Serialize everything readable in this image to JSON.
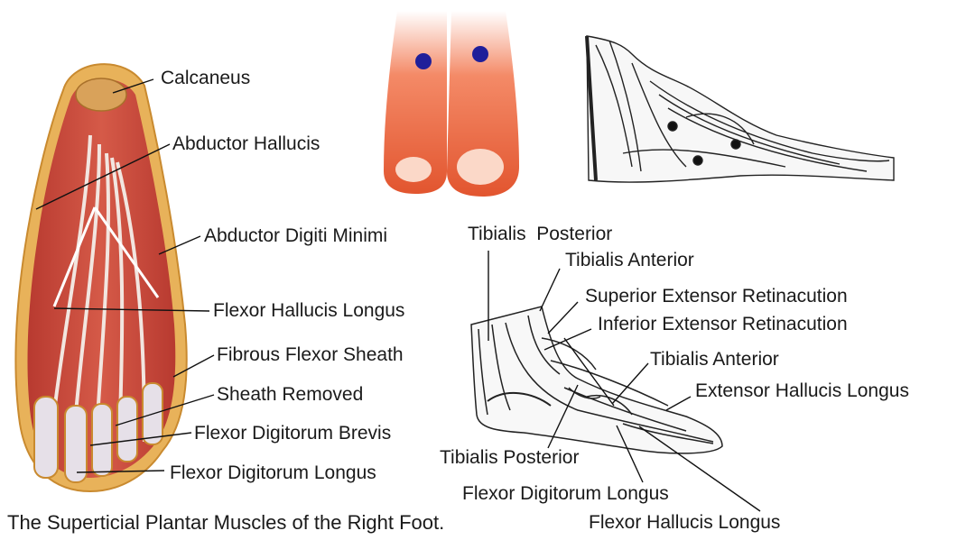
{
  "caption": "The Superticial Plantar Muscles of the Right Foot.",
  "plantar_labels": {
    "calcaneus": "Calcaneus",
    "abductor_hallucis": "Abductor Hallucis",
    "abductor_digiti_minimi": "Abductor Digiti Minimi",
    "flexor_hallucis_longus": "Flexor Hallucis Longus",
    "fibrous_flexor_sheath": "Fibrous Flexor Sheath",
    "sheath_removed": "Sheath Removed",
    "flexor_digitorum_brevis": "Flexor Digitorum Brevis",
    "flexor_digitorum_longus": "Flexor Digitorum Longus"
  },
  "lateral_labels": {
    "tibialis_posterior_top": "Tibialis  Posterior",
    "tibialis_anterior_top": "Tibialis Anterior",
    "superior_extensor": "Superior Extensor Retinacution",
    "inferior_extensor": "Inferior Extensor Retinacution",
    "tibialis_anterior_mid": "Tibialis Anterior",
    "extensor_hallucis_longus": "Extensor Hallucis Longus",
    "tibialis_posterior_bottom": "Tibialis Posterior",
    "flexor_digitorum_longus": "Flexor Digitorum Longus",
    "flexor_hallucis_longus": "Flexor Hallucis Longus"
  },
  "colors": {
    "point_marker": "#1f1f9a",
    "muscle": "#c9463a",
    "fat": "#e8b25a",
    "toe_skin": "#f07a55"
  }
}
